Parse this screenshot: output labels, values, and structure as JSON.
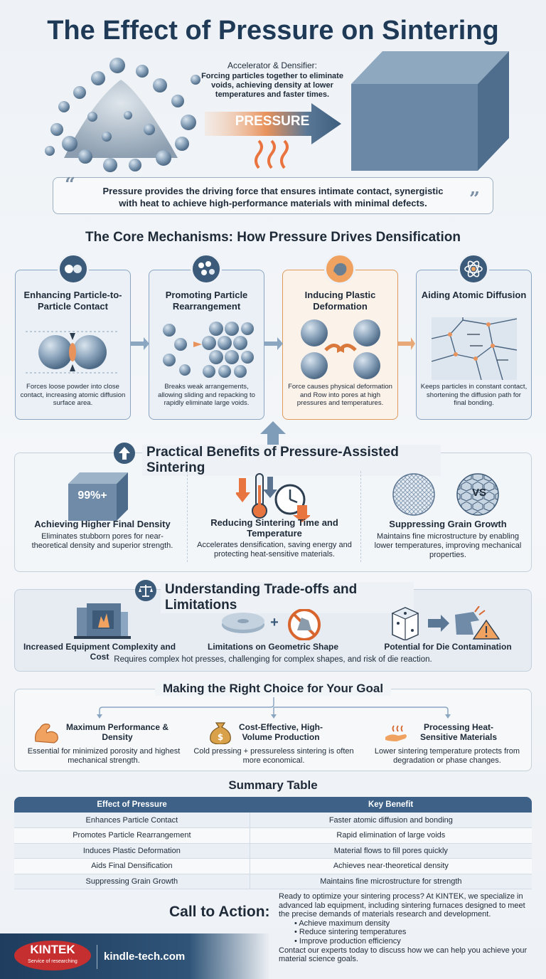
{
  "header": {
    "title": "The Effect of Pressure on Sintering",
    "hero_heading": "Accelerator & Densifier:",
    "hero_text": "Forcing particles together to eliminate voids, achieving density at lower temperatures and faster times.",
    "arrow_label": "PRESSURE",
    "quote": "Pressure provides the driving force that ensures intimate contact, synergistic with heat to achieve high-performance materials with minimal defects.",
    "quote_open": "“",
    "quote_close": "”"
  },
  "mechanisms": {
    "title": "The Core Mechanisms: How Pressure Drives Densification",
    "items": [
      {
        "title": "Enhancing Particle-to-Particle Contact",
        "desc": "Forces loose powder into close contact, increasing atomic diffusion surface area."
      },
      {
        "title": "Promoting Particle Rearrangement",
        "desc": "Breaks weak arrangements, allowing sliding and repacking to rapidly eliminate large voids."
      },
      {
        "title": "Inducing Plastic Deformation",
        "desc": "Force causes physical deformation and Row into pores at high pressures and temperatures."
      },
      {
        "title": "Aiding Atomic Diffusion",
        "desc": "Keeps particles in constant contact, shortening the diffusion path for final bonding."
      }
    ]
  },
  "benefits": {
    "title": "Practical Benefits of Pressure-Assisted Sintering",
    "cube_label": "99%+",
    "vs_label": "VS",
    "items": [
      {
        "title": "Achieving Higher Final Density",
        "desc": "Eliminates stubborn pores for near-theoretical density and superior strength."
      },
      {
        "title": "Reducing Sintering Time and Temperature",
        "desc": "Accelerates densification, saving energy and protecting heat-sensitive materials."
      },
      {
        "title": "Suppressing Grain Growth",
        "desc": "Maintains fine microstructure by enabling lower temperatures, improving mechanical properties."
      }
    ]
  },
  "tradeoffs": {
    "title": "Understanding Trade-offs and Limitations",
    "items": [
      {
        "label": "Increased Equipment Complexity and Cost"
      },
      {
        "label": "Limitations on Geometric Shape"
      },
      {
        "label": "Potential for Die Contamination"
      }
    ],
    "plus": "+",
    "summary": "Requires complex hot presses, challenging for complex shapes, and risk of die reaction."
  },
  "choice": {
    "title": "Making the Right Choice for Your Goal",
    "items": [
      {
        "title": "Maximum Performance & Density",
        "desc": "Essential for minimized porosity and highest mechanical strength."
      },
      {
        "title": "Cost-Effective, High-Volume Production",
        "desc": "Cold pressing + pressureless sintering is often more economical."
      },
      {
        "title": "Processing Heat-Sensitive Materials",
        "desc": "Lower sintering temperature protects from degradation or phase changes."
      }
    ]
  },
  "summary_table": {
    "title": "Summary Table",
    "headers": [
      "Effect of Pressure",
      "Key Benefit"
    ],
    "rows": [
      [
        "Enhances Particle Contact",
        "Faster atomic diffusion and bonding"
      ],
      [
        "Promotes Particle Rearrangement",
        "Rapid elimination of large voids"
      ],
      [
        "Induces Plastic Deformation",
        "Material flows to fill pores quickly"
      ],
      [
        "Aids Final Densification",
        "Achieves near-theoretical density"
      ],
      [
        "Suppressing Grain Growth",
        "Maintains fine microstructure for strength"
      ]
    ]
  },
  "cta": {
    "heading": "Call to Action:",
    "intro": "Ready to optimize your sintering process? At KINTEK, we specialize in advanced lab equipment, including sintering furnaces designed to meet the precise demands of materials research and development.",
    "bullets": [
      "Achieve maximum density",
      "Reduce sintering temperatures",
      "Improve production efficiency"
    ],
    "outro": "Contact our experts today to discuss how we can help you achieve your material science goals."
  },
  "footer": {
    "logo_name": "KINTEK",
    "logo_tagline": "Service of researching",
    "site": "kindle-tech.com"
  },
  "colors": {
    "navy": "#1f3a57",
    "accent_blue": "#3d6187",
    "accent_orange": "#f0a260",
    "brand_red": "#c62f2f"
  }
}
